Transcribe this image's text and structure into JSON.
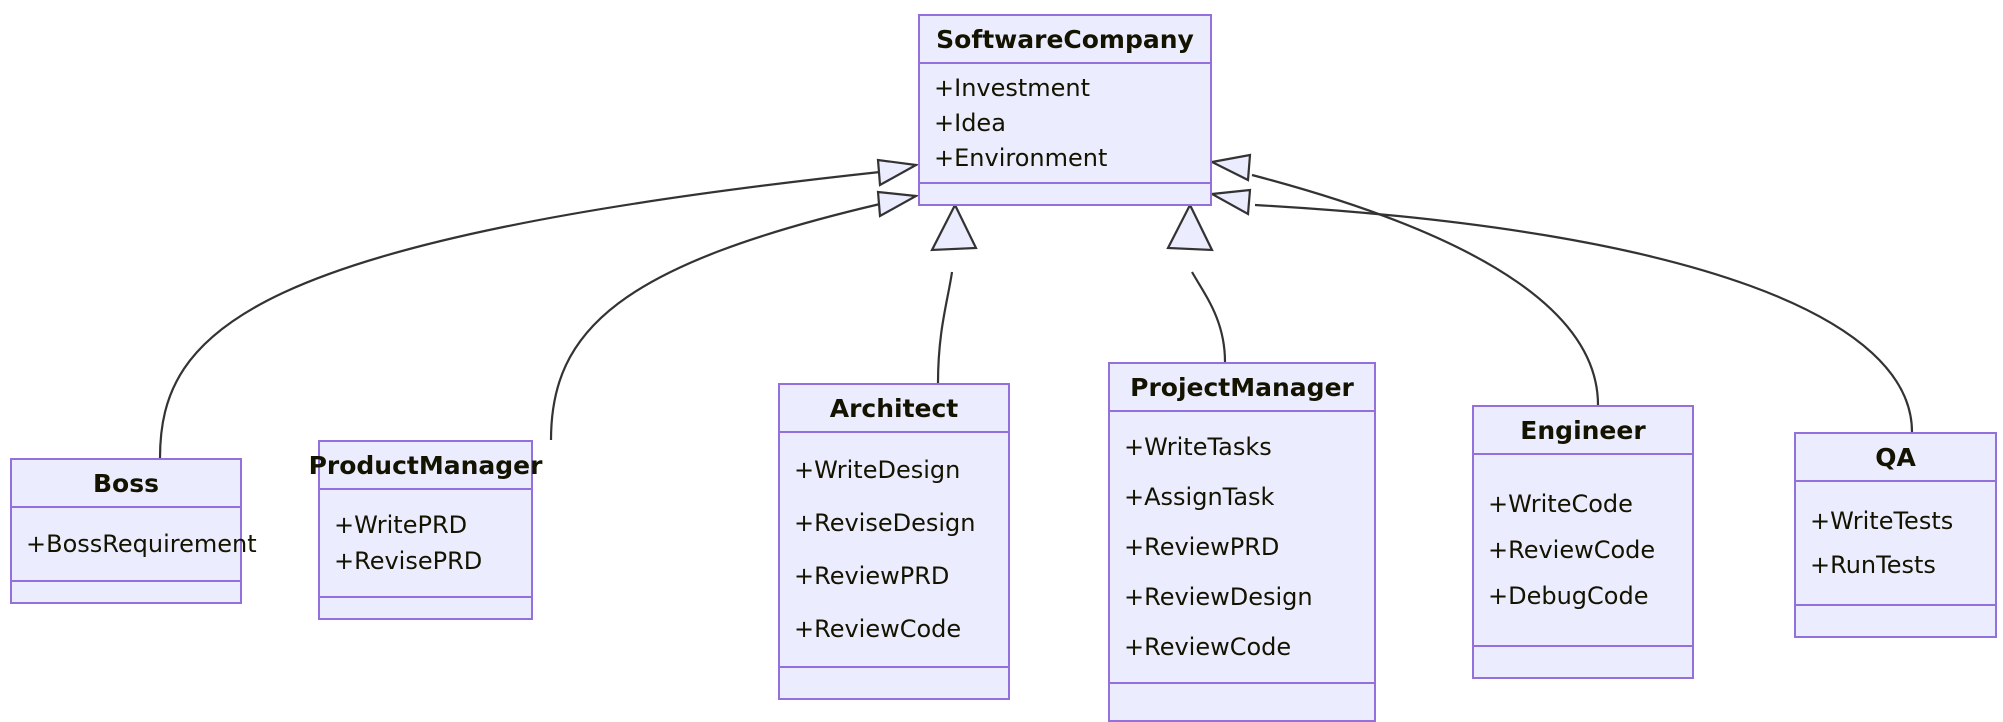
{
  "diagram": {
    "kind": "uml-class-diagram",
    "colors": {
      "node_fill": "#ECECFF",
      "node_border": "#9370DB",
      "text": "#131300",
      "edge_line": "#333333",
      "arrow_fill": "#ECECFF",
      "background": "#FFFFFF"
    },
    "relationship_type": "inheritance"
  },
  "classes": {
    "software_company": {
      "name": "SoftwareCompany",
      "attributes": [
        "+Investment",
        "+Idea",
        "+Environment"
      ],
      "methods": []
    },
    "boss": {
      "name": "Boss",
      "attributes": [
        "+BossRequirement"
      ],
      "methods": []
    },
    "product_manager": {
      "name": "ProductManager",
      "attributes": [
        "+WritePRD",
        "+RevisePRD"
      ],
      "methods": []
    },
    "architect": {
      "name": "Architect",
      "attributes": [
        "+WriteDesign",
        "+ReviseDesign",
        "+ReviewPRD",
        "+ReviewCode"
      ],
      "methods": []
    },
    "project_manager": {
      "name": "ProjectManager",
      "attributes": [
        "+WriteTasks",
        "+AssignTask",
        "+ReviewPRD",
        "+ReviewDesign",
        "+ReviewCode"
      ],
      "methods": []
    },
    "engineer": {
      "name": "Engineer",
      "attributes": [
        "+WriteCode",
        "+ReviewCode",
        "+DebugCode"
      ],
      "methods": []
    },
    "qa": {
      "name": "QA",
      "attributes": [
        "+WriteTests",
        "+RunTests"
      ],
      "methods": []
    }
  },
  "edges": [
    {
      "from": "Boss",
      "to": "SoftwareCompany",
      "type": "inheritance"
    },
    {
      "from": "ProductManager",
      "to": "SoftwareCompany",
      "type": "inheritance"
    },
    {
      "from": "Architect",
      "to": "SoftwareCompany",
      "type": "inheritance"
    },
    {
      "from": "ProjectManager",
      "to": "SoftwareCompany",
      "type": "inheritance"
    },
    {
      "from": "Engineer",
      "to": "SoftwareCompany",
      "type": "inheritance"
    },
    {
      "from": "QA",
      "to": "SoftwareCompany",
      "type": "inheritance"
    }
  ]
}
